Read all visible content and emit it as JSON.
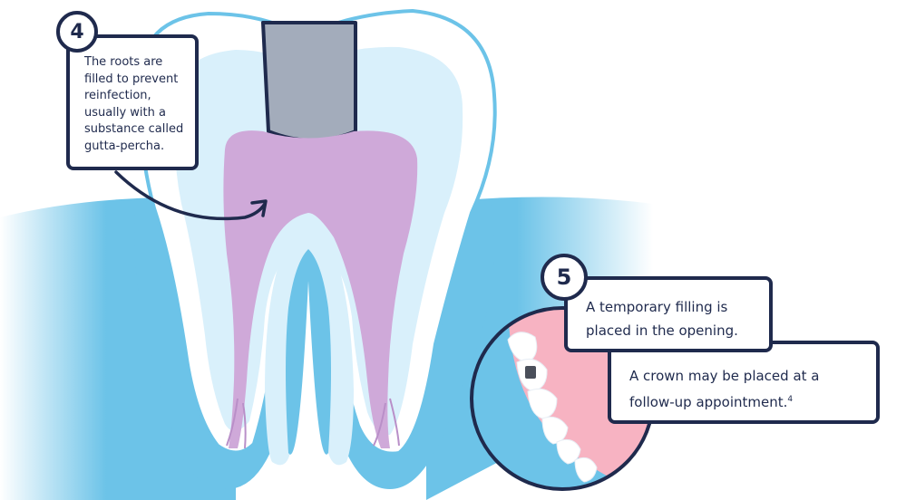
{
  "step4": {
    "number": "4",
    "text": "The roots are filled to prevent reinfection, usually with a substance called gutta-percha."
  },
  "step5": {
    "number": "5",
    "text_a": "A temporary filling is placed in the opening.",
    "text_b": "A crown may be placed at a follow-up appointment.",
    "ref": "4"
  },
  "colors": {
    "navy": "#1f2a4d",
    "gum_blue": "#6cc3e8",
    "enamel_light": "#d9f0fb",
    "pulp_purple": "#cfa9d9",
    "filling_gray": "#a3acbb",
    "gum_pink": "#f7b3c2"
  }
}
